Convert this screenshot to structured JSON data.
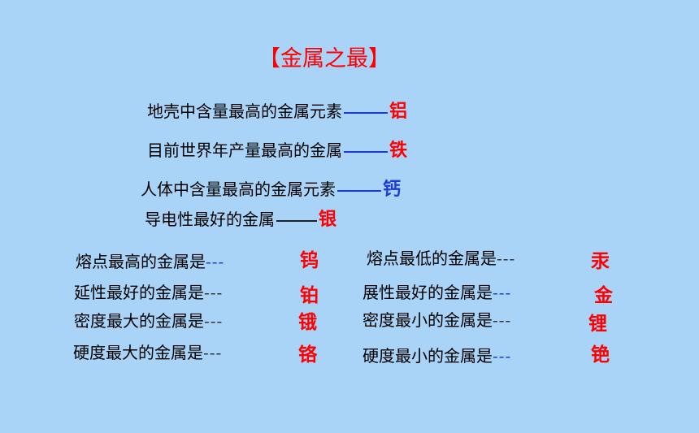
{
  "title": "【金属之最】",
  "top_facts": [
    {
      "text": "地壳中含量最高的金属元素",
      "answer": "铝"
    },
    {
      "text": "目前世界年产量最高的金属",
      "answer": "铁"
    },
    {
      "text": "人体中含量最高的金属元素",
      "answer": "钙"
    },
    {
      "text": "导电性最好的金属",
      "answer": "银"
    }
  ],
  "left_facts": [
    {
      "text": "熔点最高的金属是",
      "dashes": "---",
      "answer": "钨"
    },
    {
      "text": "延性最好的金属是",
      "dashes": "---",
      "answer": "铂"
    },
    {
      "text": "密度最大的金属是",
      "dashes": "---",
      "answer": "锇"
    },
    {
      "text": "硬度最大的金属是",
      "dashes": "---",
      "answer": "铬"
    }
  ],
  "right_facts": [
    {
      "text": "熔点最低的金属是",
      "dashes": "---",
      "answer": "汞"
    },
    {
      "text": "展性最好的金属是",
      "dashes": "---",
      "answer": "金"
    },
    {
      "text": "密度最小的金属是",
      "dashes": "---",
      "answer": "锂"
    },
    {
      "text": "硬度最小的金属是",
      "dashes": "---",
      "answer": "铯"
    }
  ],
  "colors": {
    "background": "#a9d4f8",
    "answer_red": "#ff0000",
    "answer_blue": "#1f3bd6",
    "connector_blue": "#1f3bd6"
  }
}
